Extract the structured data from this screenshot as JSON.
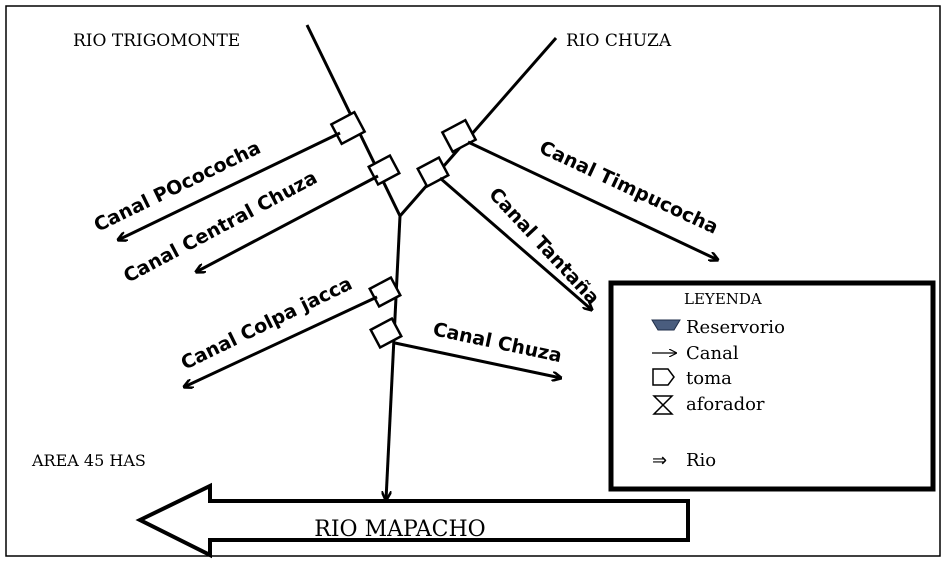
{
  "diagram": {
    "rivers": {
      "trigomonte": "RIO TRIGOMONTE",
      "chuza": "RIO CHUZA",
      "mapacho": "RIO  MAPACHO"
    },
    "area_label": "AREA 45 HAS",
    "canals": {
      "pococha": "Canal POcococha",
      "central_chuza": "Canal Central Chuza",
      "colpa_jacca": "Canal Colpa jacca",
      "chuza": "Canal Chuza",
      "timpucocha": "Canal Timpucocha",
      "tantana": "Canal Tantaña"
    },
    "legend": {
      "title": "LEYENDA",
      "items": [
        {
          "icon": "reservoir-icon",
          "label": "Reservorio"
        },
        {
          "icon": "canal-arrow-icon",
          "label": "Canal"
        },
        {
          "icon": "intake-icon",
          "label": "toma"
        },
        {
          "icon": "gauge-icon",
          "label": "aforador"
        },
        {
          "icon": "river-arrow-icon",
          "label": "Rio"
        }
      ]
    },
    "colors": {
      "line": "#000000",
      "reservoir_fill": "#4a5d7e",
      "background": "#ffffff"
    }
  }
}
